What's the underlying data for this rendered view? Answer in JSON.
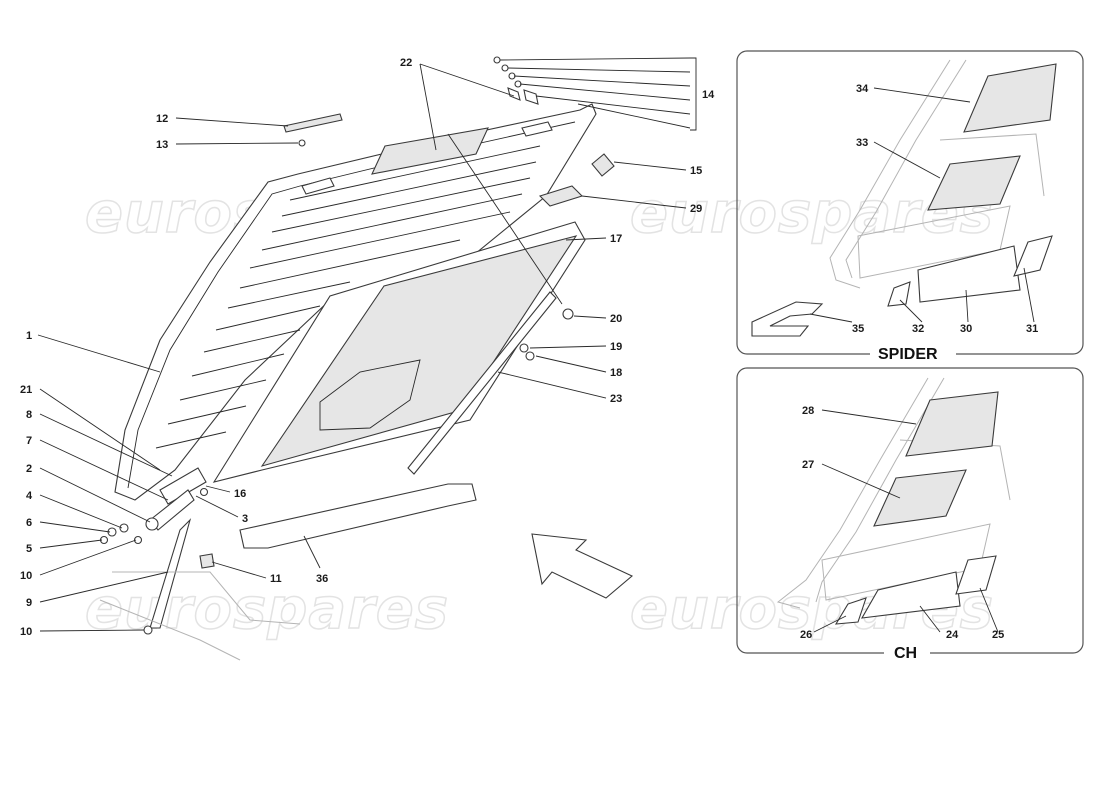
{
  "watermark_text": "eurospares",
  "panels": {
    "spider": {
      "title": "SPIDER"
    },
    "ch": {
      "title": "CH"
    }
  },
  "callouts": {
    "c1": "1",
    "c2": "2",
    "c3": "3",
    "c4": "4",
    "c5": "5",
    "c6": "6",
    "c7": "7",
    "c8": "8",
    "c9": "9",
    "c10a": "10",
    "c10b": "10",
    "c11": "11",
    "c12": "12",
    "c13": "13",
    "c14": "14",
    "c15": "15",
    "c16": "16",
    "c17": "17",
    "c18": "18",
    "c19": "19",
    "c20": "20",
    "c21": "21",
    "c22": "22",
    "c23": "23",
    "c24": "24",
    "c25": "25",
    "c26": "26",
    "c27": "27",
    "c28": "28",
    "c29": "29",
    "c30": "30",
    "c31": "31",
    "c32": "32",
    "c33": "33",
    "c34": "34",
    "c35": "35",
    "c36": "36"
  }
}
